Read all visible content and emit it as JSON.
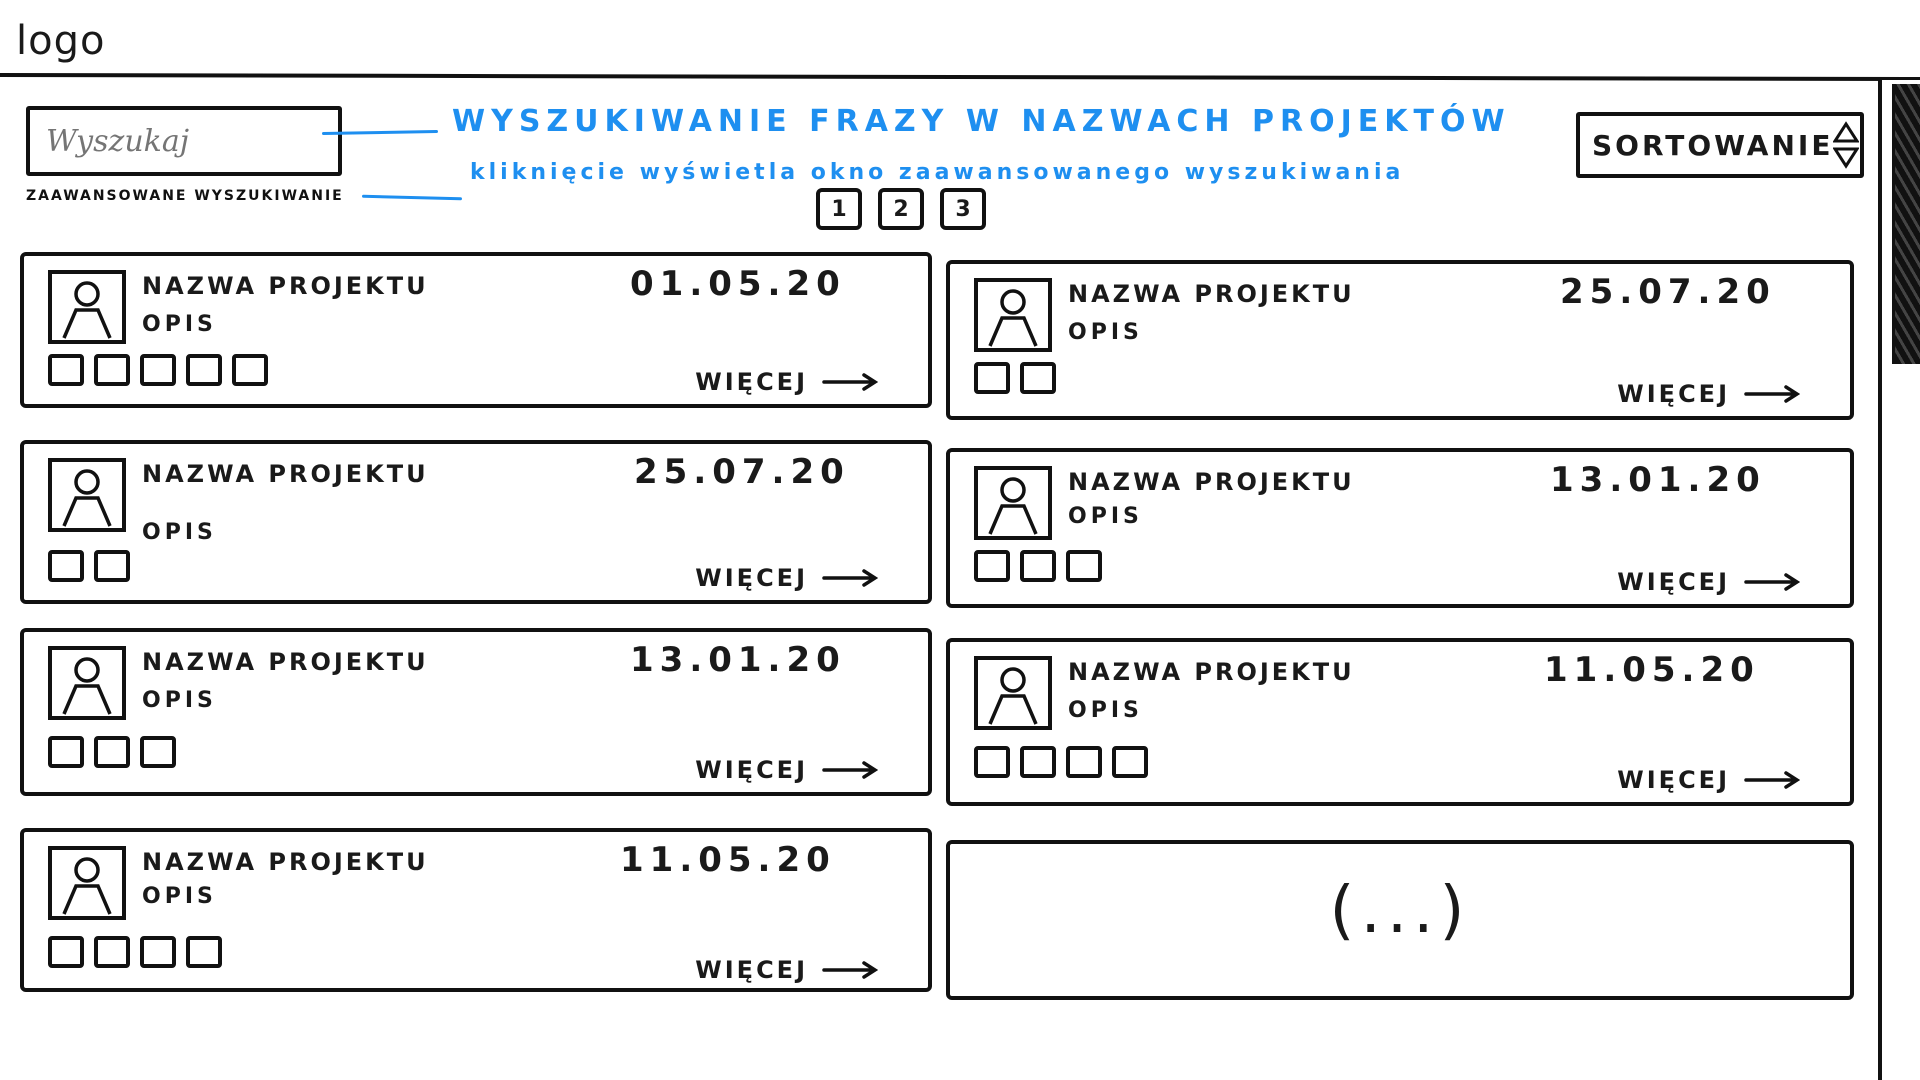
{
  "header": {
    "logo_text": "logo"
  },
  "search": {
    "placeholder": "Wyszukaj",
    "advanced_link": "ZAAWANSOWANE WYSZUKIWANIE"
  },
  "annotations": {
    "search_note": "WYSZUKIWANIE FRAZY W NAZWACH PROJEKTÓW",
    "advanced_note": "kliknięcie wyświetla okno zaawansowanego wyszukiwania"
  },
  "sorting": {
    "label": "SORTOWANIE"
  },
  "pagination": {
    "pages": [
      "1",
      "2",
      "3"
    ]
  },
  "projects": [
    {
      "title": "NAZWA PROJEKTU",
      "desc": "OPIS",
      "date": "01.05.20",
      "tags": 5,
      "more": "WIĘCEJ"
    },
    {
      "title": "NAZWA PROJEKTU",
      "desc": "OPIS",
      "date": "25.07.20",
      "tags": 2,
      "more": "WIĘCEJ"
    },
    {
      "title": "NAZWA PROJEKTU",
      "desc": "OPIS",
      "date": "25.07.20",
      "tags": 2,
      "more": "WIĘCEJ"
    },
    {
      "title": "NAZWA PROJEKTU",
      "desc": "OPIS",
      "date": "13.01.20",
      "tags": 3,
      "more": "WIĘCEJ"
    },
    {
      "title": "NAZWA PROJEKTU",
      "desc": "OPIS",
      "date": "13.01.20",
      "tags": 3,
      "more": "WIĘCEJ"
    },
    {
      "title": "NAZWA PROJEKTU",
      "desc": "OPIS",
      "date": "11.05.20",
      "tags": 4,
      "more": "WIĘCEJ"
    },
    {
      "title": "NAZWA PROJEKTU",
      "desc": "OPIS",
      "date": "11.05.20",
      "tags": 4,
      "more": "WIĘCEJ"
    }
  ],
  "placeholder_card": {
    "text": "(...)"
  },
  "colors": {
    "ink": "#111111",
    "annotation": "#1e8ff0"
  }
}
